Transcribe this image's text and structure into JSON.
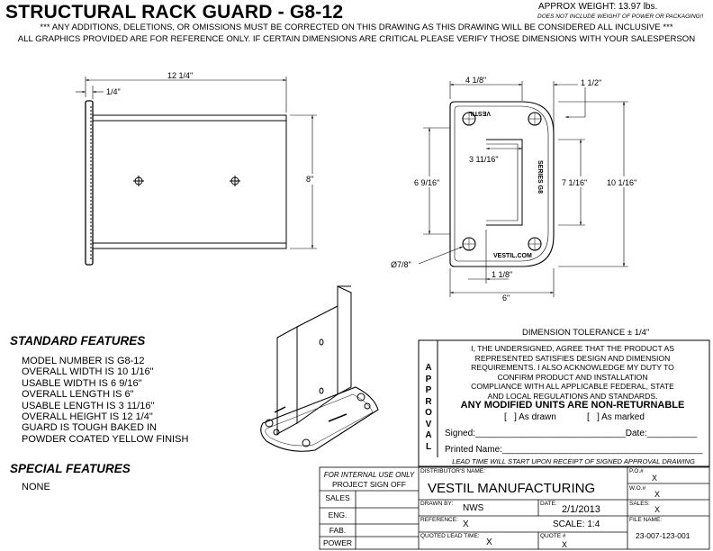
{
  "header": {
    "title": "STRUCTURAL RACK GUARD - G8-12",
    "weight": "APPROX WEIGHT: 13.97 lbs.",
    "weight_note": "DOES NOT INCLUDE WEIGHT OF POWER OR PACKAGING!!",
    "notice_1": "*** ANY ADDITIONS, DELETIONS, OR OMISSIONS MUST BE CORRECTED ON THIS DRAWING AS THIS DRAWING WILL BE CONSIDERED ALL INCLUSIVE ***",
    "notice_2": "ALL GRAPHICS PROVIDED ARE FOR REFERENCE ONLY. IF CERTAIN DIMENSIONS ARE CRITICAL PLEASE VERIFY THOSE DIMENSIONS WITH YOUR SALESPERSON"
  },
  "side_view": {
    "overall_length": "12 1/4\"",
    "plate_thickness": "1/4\"",
    "height": "8\""
  },
  "top_view": {
    "dim_a": "4 1/8\"",
    "dim_b": "1 1/2\"",
    "dim_c": "3 11/16\"",
    "dim_d": "6 9/16\"",
    "dim_e": "7 1/16\"",
    "dim_f": "10 1/16\"",
    "dim_g": "1 1/8\"",
    "dim_h": "6\"",
    "hole": "Ø7/8\"",
    "stamp_top": "VESTIL",
    "stamp_series": "SERIES G8",
    "stamp_web": "VESTIL.COM"
  },
  "standard_features": {
    "heading": "STANDARD FEATURES",
    "items": [
      "MODEL NUMBER IS G8-12",
      "OVERALL WIDTH IS 10 1/16\"",
      "USABLE WIDTH IS 6 9/16\"",
      "OVERALL LENGTH IS 6\"",
      "USABLE LENGTH IS 3 11/16\"",
      "OVERALL HEIGHT IS 12 1/4\"",
      "GUARD IS TOUGH BAKED IN",
      "POWDER COATED YELLOW FINISH"
    ]
  },
  "special_features": {
    "heading": "SPECIAL FEATURES",
    "value": "NONE"
  },
  "tolerance": "DIMENSION TOLERANCE ± 1/4\"",
  "approval": {
    "side_letters": [
      "A",
      "P",
      "P",
      "R",
      "O",
      "V",
      "A",
      "L"
    ],
    "text_lines": [
      "I, THE UNDERSIGNED, AGREE THAT THE PRODUCT AS",
      "REPRESENTED SATISFIES DESIGN AND DIMENSION",
      "REQUIREMENTS.  I ALSO ACKNOWLEDGE MY DUTY TO",
      "CONFIRM PRODUCT AND INSTALLATION",
      "COMPLIANCE WITH ALL APPLICABLE FEDERAL, STATE",
      "AND LOCAL REGULATIONS AND STANDARDS."
    ],
    "warning": "ANY MODIFIED UNITS ARE NON-RETURNABLE",
    "as_drawn": "[   ] As drawn",
    "as_marked": "[   ] As marked",
    "signed": "Signed:______________________________Date:__________",
    "printed": "Printed Name:________________________________________",
    "lead_time": "LEAD TIME WILL START UPON RECEIPT OF SIGNED APPROVAL DRAWING"
  },
  "internal": {
    "heading_1": "FOR INTERNAL USE ONLY",
    "heading_2": "PROJECT SIGN OFF",
    "rows": [
      "SALES",
      "ENG.",
      "FAB.",
      "POWER"
    ]
  },
  "title_block": {
    "distributor_label": "DISTRIBUTOR'S NAME:",
    "distributor": "VESTIL MANUFACTURING",
    "po_label": "P.O.#",
    "po": "X",
    "wo_label": "W.O.#",
    "wo": "X",
    "drawn_label": "DRAWN BY:",
    "drawn": "NWS",
    "date_label": "DATE:",
    "date": "2/1/2013",
    "sales_label": "SALES:",
    "sales": "X",
    "reference_label": "REFERENCE:",
    "reference": "X",
    "scale": "SCALE: 1:4",
    "file_label": "FILE NAME:",
    "file": "23-007-123-001",
    "quoted_label": "QUOTED LEAD TIME:",
    "quoted": "X",
    "quote_label": "QUOTE #",
    "quote": "X"
  }
}
